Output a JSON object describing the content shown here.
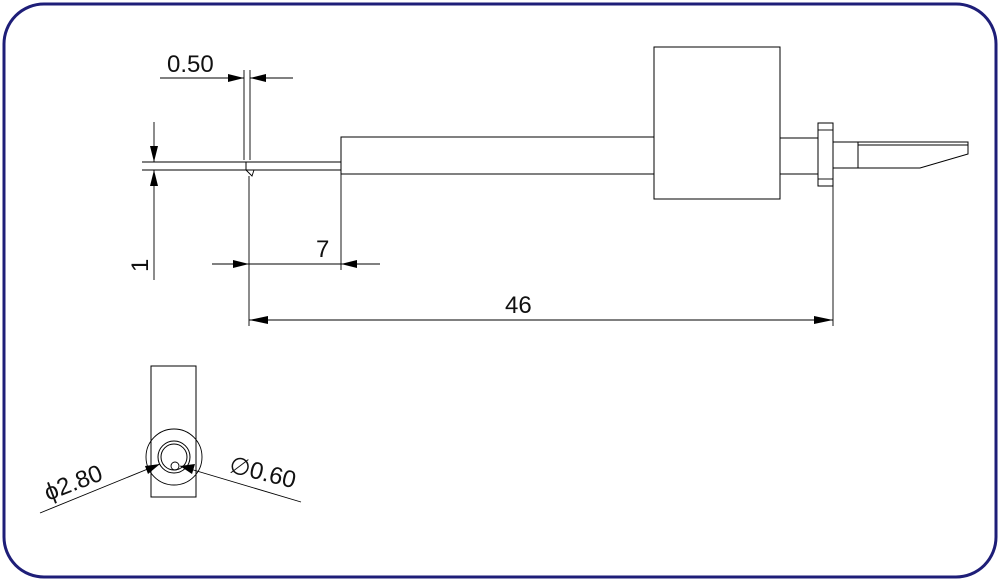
{
  "frame": {
    "border_color": "#1e1e78"
  },
  "dimensions": {
    "tip_width": "0.50",
    "tip_height": "1",
    "tip_length": "7",
    "overall_length": "46",
    "outer_diameter": "2.80",
    "inner_diameter": "0.60",
    "diameter_symbol": "ϕ",
    "diameter_symbol_alt": "∅"
  }
}
